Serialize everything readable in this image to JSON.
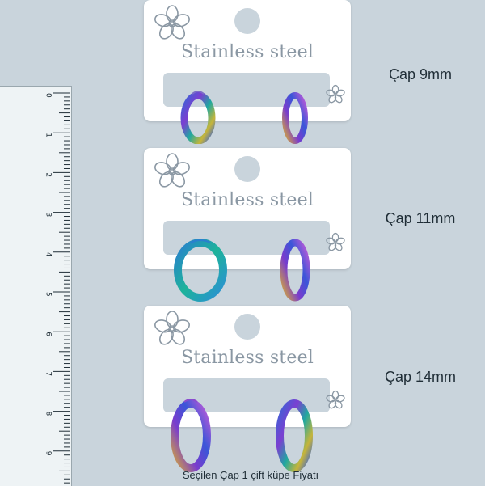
{
  "cards": [
    {
      "title": "Stainless steel",
      "size_label": "Çap 9mm"
    },
    {
      "title": "Stainless steel",
      "size_label": "Çap 11mm"
    },
    {
      "title": "Stainless steel",
      "size_label": "Çap 14mm"
    }
  ],
  "ruler": {
    "labels": [
      "0",
      "1",
      "2",
      "3",
      "4",
      "5",
      "6",
      "7",
      "8",
      "9"
    ]
  },
  "caption": "Seçilen Çap 1 çift küpe Fiyatı",
  "colors": {
    "background": "#c9d4dc",
    "card": "#ffffff",
    "title_text": "#8a97a3"
  }
}
